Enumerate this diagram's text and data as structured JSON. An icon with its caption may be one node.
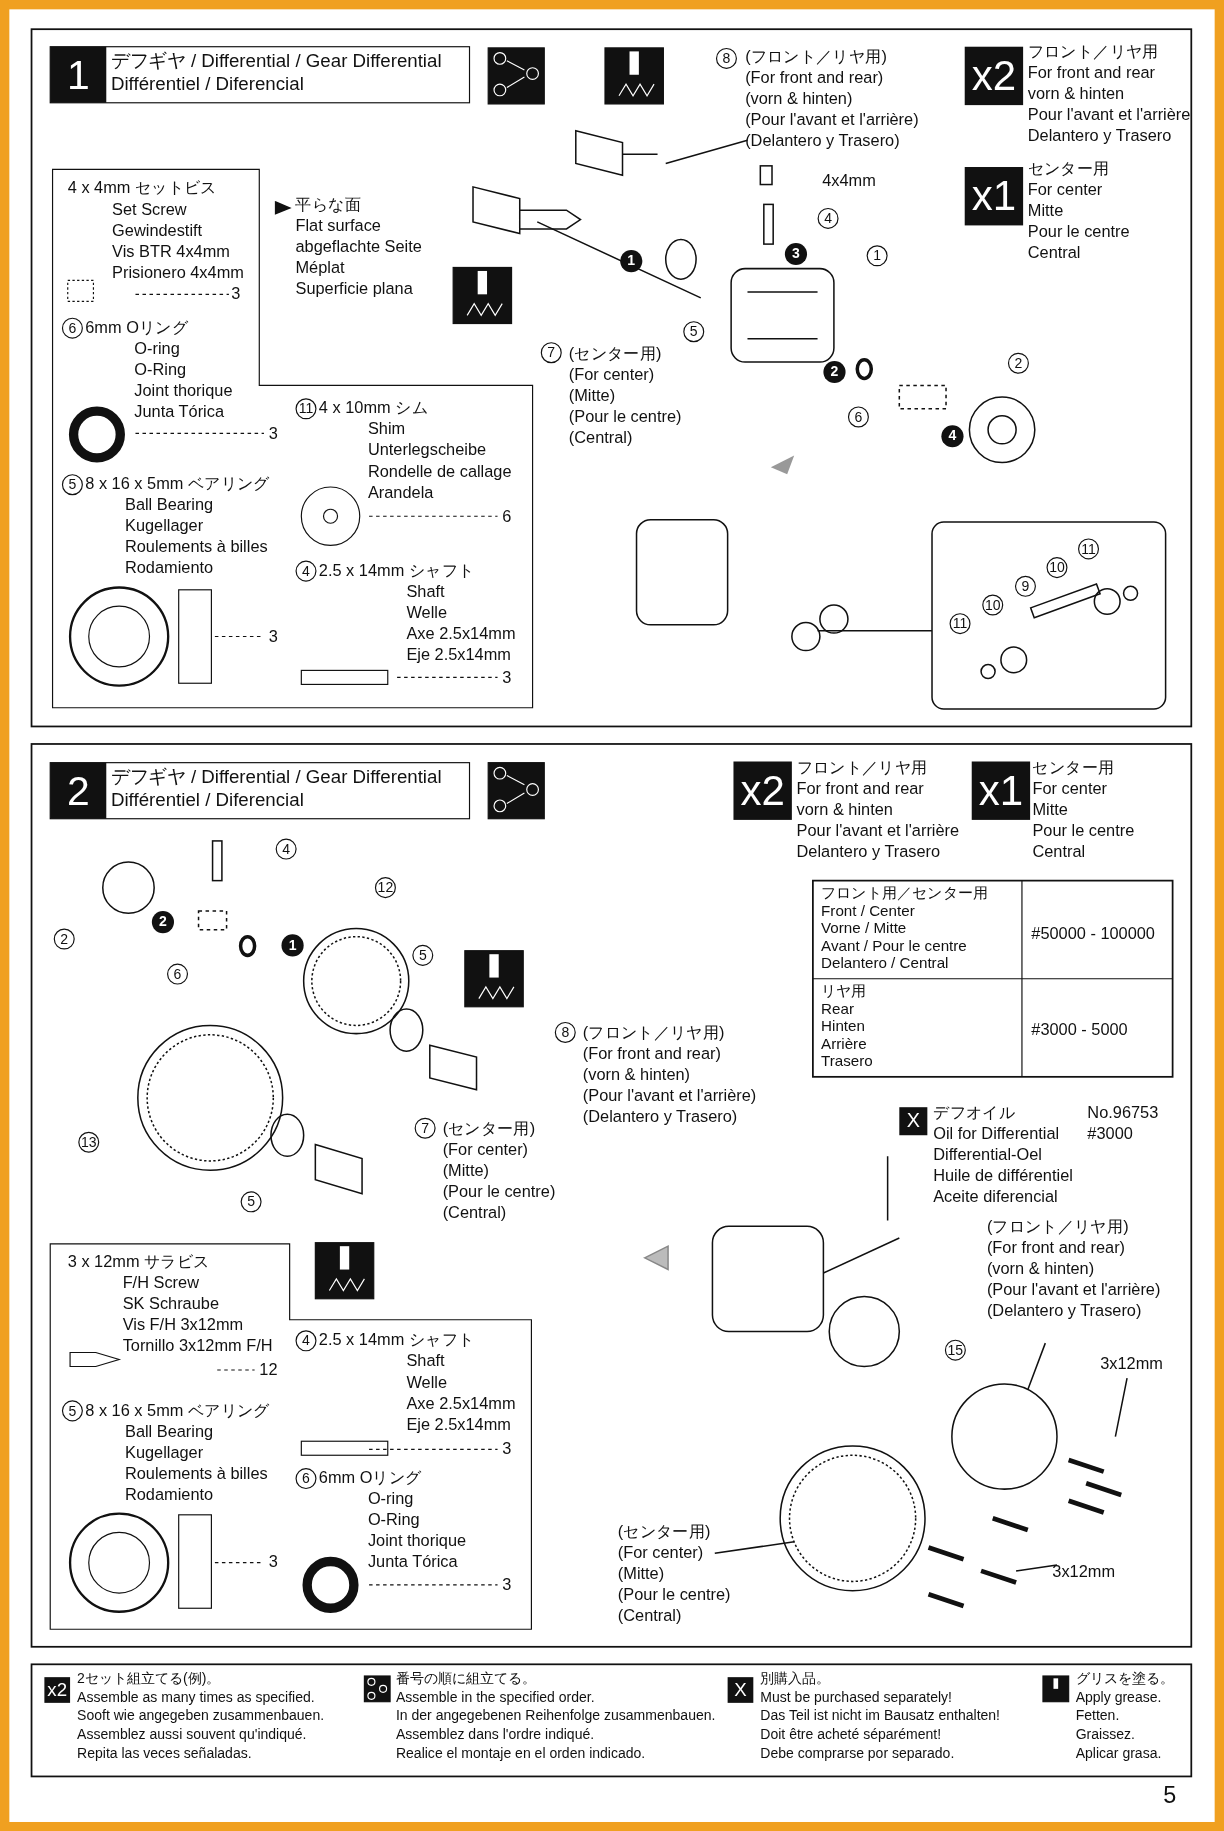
{
  "diagram": {
    "labels": [
      "1",
      "デフギヤ / Differential / Gear Differential",
      "Différentiel / Diferencial",
      "8",
      "(フロント／リヤ用)",
      "(For front and rear)",
      "(vorn & hinten)",
      "(Pour l'avant et l'arrière)",
      "(Delantero y Trasero)",
      "x2",
      "フロント／リヤ用",
      "For front and rear",
      "vorn & hinten",
      "Pour l'avant et l'arrière",
      "Delantero y Trasero",
      "x1",
      "センター用",
      "For center",
      "Mitte",
      "Pour le centre",
      "Central",
      "4 x 4mm セットビス",
      "Set Screw",
      "Gewindestift",
      "Vis BTR 4x4mm",
      "Prisionero 4x4mm",
      "3",
      "6",
      "6mm Oリング",
      "O-ring",
      "O-Ring",
      "Joint thorique",
      "Junta Tórica",
      "3",
      "5",
      "8 x 16 x 5mm ベアリング",
      "Ball Bearing",
      "Kugellager",
      "Roulements à billes",
      "Rodamiento",
      "3",
      "11",
      "4 x 10mm シム",
      "Shim",
      "Unterlegscheibe",
      "Rondelle de callage",
      "Arandela",
      "6",
      "4",
      "2.5 x 14mm シャフト",
      "Shaft",
      "Welle",
      "Axe 2.5x14mm",
      "Eje 2.5x14mm",
      "3",
      "平らな面",
      "Flat surface",
      "abgeflachte Seite",
      "Méplat",
      "Superficie plana",
      "4x4mm",
      "4",
      "3",
      "1",
      "1",
      "5",
      "7",
      "(センター用)",
      "(For center)",
      "(Mitte)",
      "(Pour le centre)",
      "(Central)",
      "2",
      "6",
      "4",
      "2",
      "11",
      "10",
      "9",
      "10",
      "11",
      "2",
      "デフギヤ / Differential / Gear Differential",
      "Différentiel / Diferencial",
      "x2",
      "フロント／リヤ用",
      "For front and rear",
      "vorn & hinten",
      "Pour l'avant et l'arrière",
      "Delantero y Trasero",
      "x1",
      "センター用",
      "For center",
      "Mitte",
      "Pour le centre",
      "Central",
      "フロント用／センター用",
      "Front / Center",
      "Vorne / Mitte",
      "Avant / Pour le centre",
      "Delantero / Central",
      "#50000 - 100000",
      "リヤ用",
      "Rear",
      "Hinten",
      "Arrière",
      "Trasero",
      "#3000 - 5000",
      "4",
      "12",
      "2",
      "2",
      "1",
      "6",
      "5",
      "8",
      "(フロント／リヤ用)",
      "(For front and rear)",
      "(vorn & hinten)",
      "(Pour l'avant et l'arrière)",
      "(Delantero y Trasero)",
      "7",
      "(センター用)",
      "(For center)",
      "(Mitte)",
      "(Pour le centre)",
      "(Central)",
      "13",
      "5",
      "X",
      "デフオイル",
      "Oil for Differential",
      "Differential-Oel",
      "Huile de différentiel",
      "Aceite diferencial",
      "No.96753",
      "#3000",
      "(フロント／リヤ用)",
      "(For front and rear)",
      "(vorn & hinten)",
      "(Pour l'avant et l'arrière)",
      "(Delantero y Trasero)",
      "15",
      "3x12mm",
      "3x12mm",
      "(センター用)",
      "(For center)",
      "(Mitte)",
      "(Pour le centre)",
      "(Central)",
      "3 x 12mm サラビス",
      "F/H Screw",
      "SK Schraube",
      "Vis F/H 3x12mm",
      "Tornillo 3x12mm F/H",
      "12",
      "4",
      "2.5 x 14mm シャフト",
      "Shaft",
      "Welle",
      "Axe 2.5x14mm",
      "Eje 2.5x14mm",
      "3",
      "5",
      "8 x 16 x 5mm ベアリング",
      "Ball Bearing",
      "Kugellager",
      "Roulements à billes",
      "Rodamiento",
      "3",
      "6",
      "6mm Oリング",
      "O-ring",
      "O-Ring",
      "Joint thorique",
      "Junta Tórica",
      "3",
      "x2",
      "2セット組立てる(例)。",
      "Assemble as many times as specified.",
      "Sooft wie angegeben zusammenbauen.",
      "Assemblez aussi souvent qu'indiqué.",
      "Repita las veces señaladas.",
      "番号の順に組立てる。",
      "Assemble in the specified order.",
      "In der angegebenen Reihenfolge zusammenbauen.",
      "Assemblez dans l'ordre indiqué.",
      "Realice el montaje en el orden indicado.",
      "X",
      "別購入品。",
      "Must be purchased separately!",
      "Das Teil ist nicht im Bausatz enthalten!",
      "Doit être acheté séparément!",
      "Debe comprarse por separado.",
      "グリスを塗る。",
      "Apply grease.",
      "Fetten.",
      "Graissez.",
      "Aplicar grasa.",
      "5"
    ]
  }
}
